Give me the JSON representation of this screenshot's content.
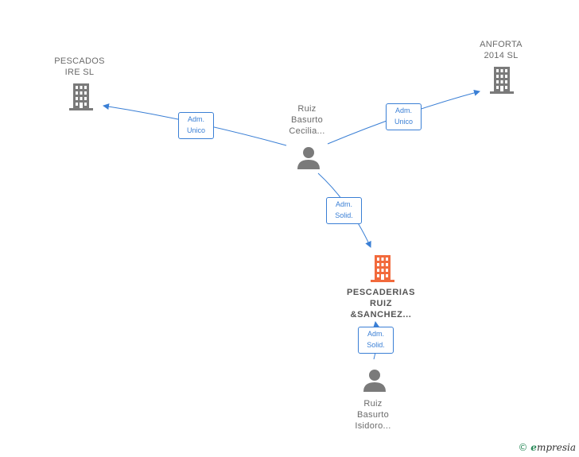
{
  "nodes": {
    "pescados": {
      "line1": "PESCADOS",
      "line2": "IRE  SL"
    },
    "anforta": {
      "line1": "ANFORTA",
      "line2": "2014  SL"
    },
    "ruiz_cecilia": {
      "line1": "Ruiz",
      "line2": "Basurto",
      "line3": "Cecilia..."
    },
    "pescaderias": {
      "line1": "PESCADERIAS",
      "line2": "RUIZ",
      "line3": "&SANCHEZ..."
    },
    "ruiz_isidoro": {
      "line1": "Ruiz",
      "line2": "Basurto",
      "line3": "Isidoro..."
    }
  },
  "edges": {
    "to_pescados": {
      "line1": "Adm.",
      "line2": "Unico"
    },
    "to_anforta": {
      "line1": "Adm.",
      "line2": "Unico"
    },
    "to_pescaderias": {
      "line1": "Adm.",
      "line2": "Solid."
    },
    "isidoro_to_pescaderias": {
      "line1": "Adm.",
      "line2": "Solid."
    }
  },
  "colors": {
    "edge": "#3a7fd5",
    "company": "#7a7a7a",
    "highlight": "#f26a3c",
    "person": "#7a7a7a"
  },
  "icons": {
    "company": "building-icon",
    "person": "person-icon"
  },
  "brand": {
    "copyright": "©",
    "e": "e",
    "rest": "mpresia"
  }
}
